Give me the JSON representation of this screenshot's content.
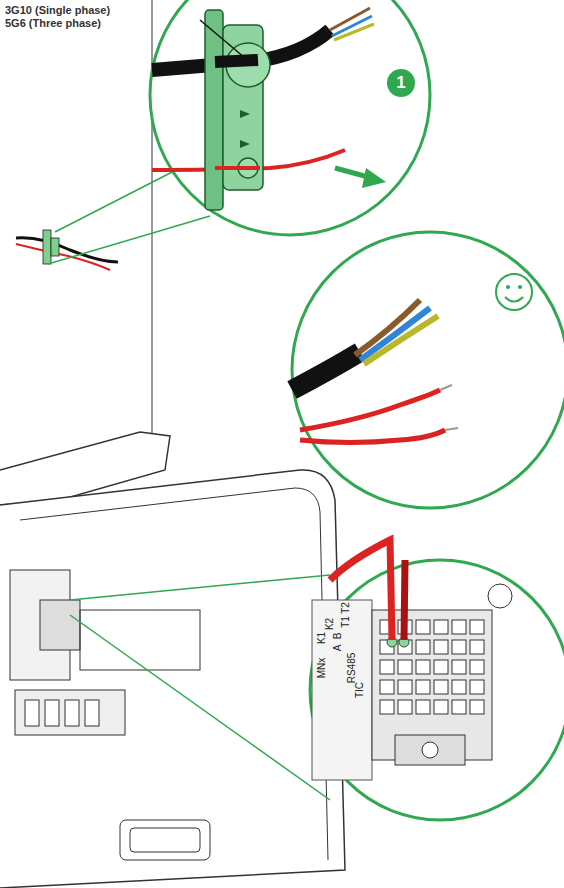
{
  "diagram": {
    "nodes": [
      {
        "text": [
          "1"
        ]
      }
    ],
    "labels": [
      "3G10 (Single phase)",
      "5G6 (Three phase)",
      "MNx",
      "K1",
      "K2",
      "A",
      "B",
      "T1",
      "T2",
      "RS485",
      "TIC"
    ]
  }
}
